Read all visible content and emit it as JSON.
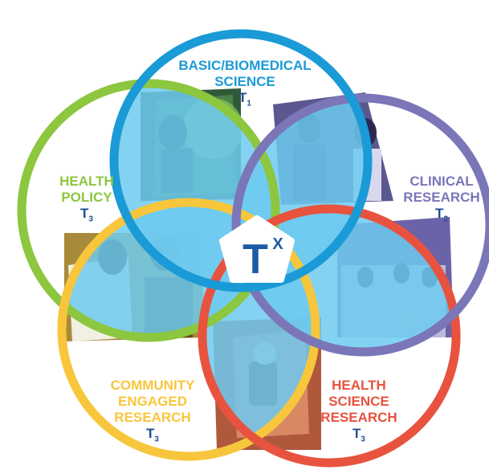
{
  "colors": {
    "basic": "#1a9ad6",
    "clinical": "#7b76b8",
    "health_science": "#e8533f",
    "community": "#f7c63c",
    "policy": "#8dc63f",
    "overlap": "#6dcaf0",
    "center_text": "#1f5aa6"
  },
  "center": {
    "letter": "T",
    "sup": "X"
  },
  "circles": [
    {
      "key": "basic",
      "lines": [
        "BASIC/BIOMEDICAL",
        "SCIENCE"
      ],
      "tier": "T",
      "tier_sub": "1"
    },
    {
      "key": "clinical",
      "lines": [
        "CLINICAL",
        "RESEARCH"
      ],
      "tier": "T",
      "tier_sub": "2"
    },
    {
      "key": "health_science",
      "lines": [
        "HEALTH",
        "SCIENCE",
        "RESEARCH"
      ],
      "tier": "T",
      "tier_sub": "3"
    },
    {
      "key": "community",
      "lines": [
        "COMMUNITY",
        "ENGAGED",
        "RESEARCH"
      ],
      "tier": "T",
      "tier_sub": "3"
    },
    {
      "key": "policy",
      "lines": [
        "HEALTH",
        "POLICY"
      ],
      "tier": "T",
      "tier_sub": "3"
    }
  ],
  "photos": [
    "lab-researcher-photo",
    "clinicians-photo",
    "students-laptop-photo",
    "microscope-photo",
    "eye-exam-photo"
  ]
}
